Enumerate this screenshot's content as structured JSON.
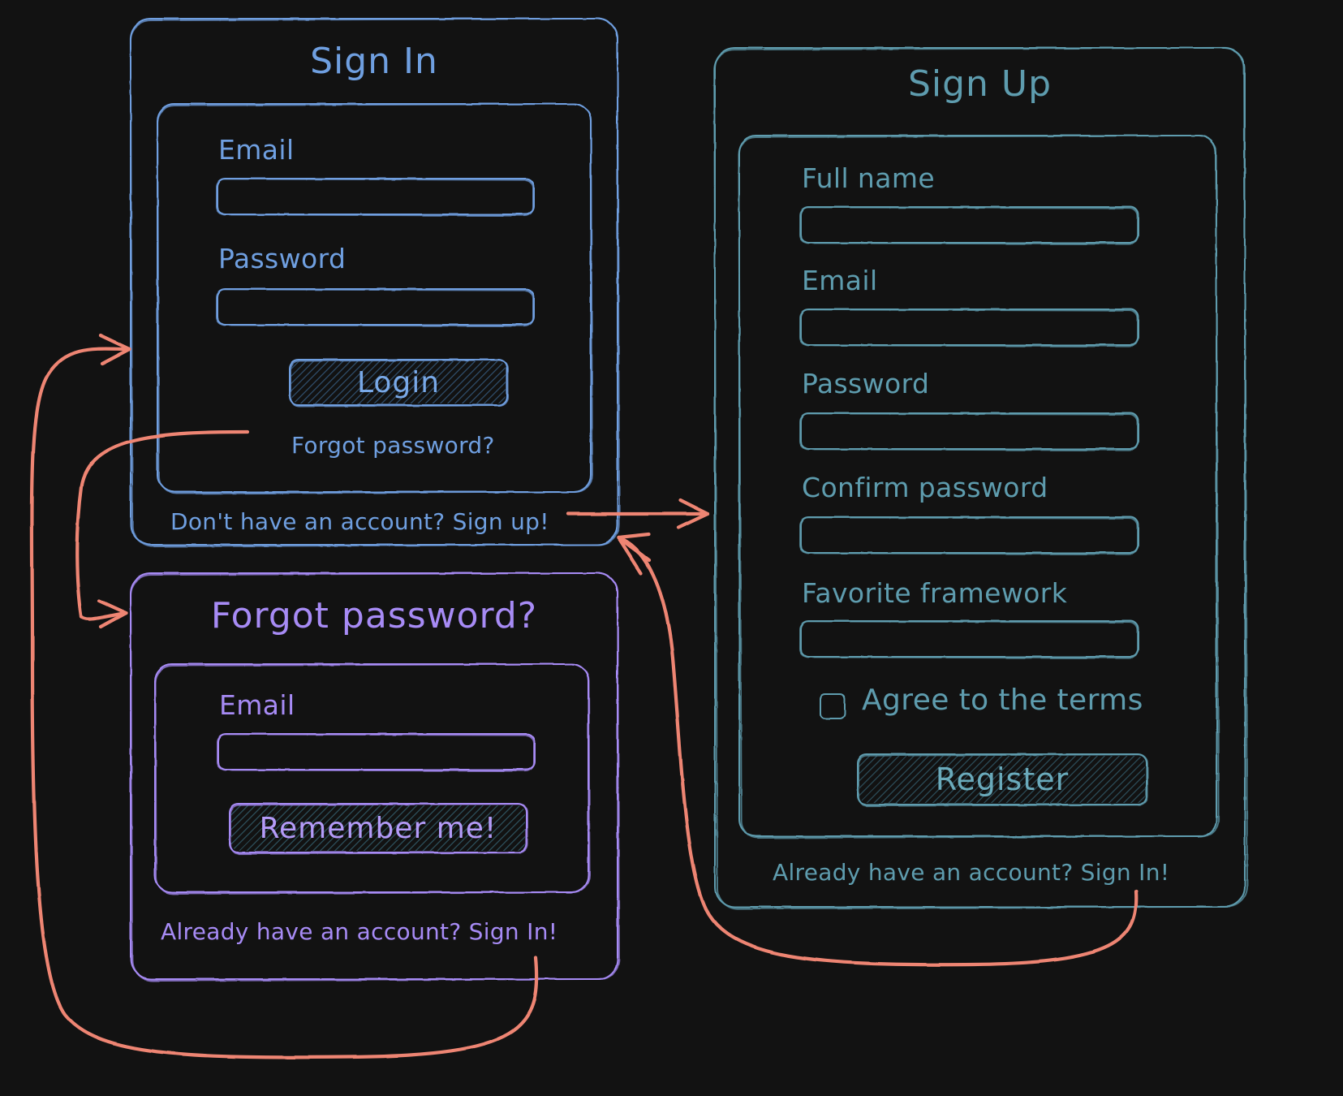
{
  "colors": {
    "background": "#121212",
    "signin_accent": "#6f9fe0",
    "signup_accent": "#5e9cae",
    "forgot_accent": "#a78bf5",
    "arrow": "#ee8573",
    "hatch_signin": "#31506f",
    "hatch_signup": "#2d4f5c",
    "hatch_forgot": "#2f5360"
  },
  "signin": {
    "title": "Sign In",
    "fields": [
      {
        "label": "Email",
        "value": "",
        "placeholder": ""
      },
      {
        "label": "Password",
        "value": "",
        "placeholder": ""
      }
    ],
    "submit_label": "Login",
    "forgot_link": "Forgot password?",
    "footer_link": "Don't have an account? Sign up!"
  },
  "signup": {
    "title": "Sign Up",
    "fields": [
      {
        "label": "Full name",
        "value": "",
        "placeholder": ""
      },
      {
        "label": "Email",
        "value": "",
        "placeholder": ""
      },
      {
        "label": "Password",
        "value": "",
        "placeholder": ""
      },
      {
        "label": "Confirm password",
        "value": "",
        "placeholder": ""
      },
      {
        "label": "Favorite framework",
        "value": "",
        "placeholder": ""
      }
    ],
    "checkbox": {
      "label": "Agree to the terms",
      "checked": false
    },
    "submit_label": "Register",
    "footer_link": "Already have an account? Sign In!"
  },
  "forgot": {
    "title": "Forgot password?",
    "fields": [
      {
        "label": "Email",
        "value": "",
        "placeholder": ""
      }
    ],
    "submit_label": "Remember me!",
    "footer_link": "Already have an account? Sign In!"
  },
  "flow_arrows": [
    {
      "name": "forgot-password-to-signin",
      "from": "signin.forgot_link",
      "to": "signin-panel"
    },
    {
      "name": "signup-link-to-signup",
      "from": "signin.footer_link",
      "to": "signup-panel"
    },
    {
      "name": "signin-link-to-signin",
      "from": "signup.footer_link",
      "to": "signin-panel"
    },
    {
      "name": "forgot-signin-link-to-signin",
      "from": "forgot.footer_link",
      "to": "signin-panel"
    },
    {
      "name": "signin-to-forgot-panel",
      "from": "signin.forgot_link",
      "to": "forgot-panel"
    },
    {
      "name": "signup-footer-to-signup",
      "from": "forgot.footer_link",
      "to": "signup-panel"
    }
  ]
}
